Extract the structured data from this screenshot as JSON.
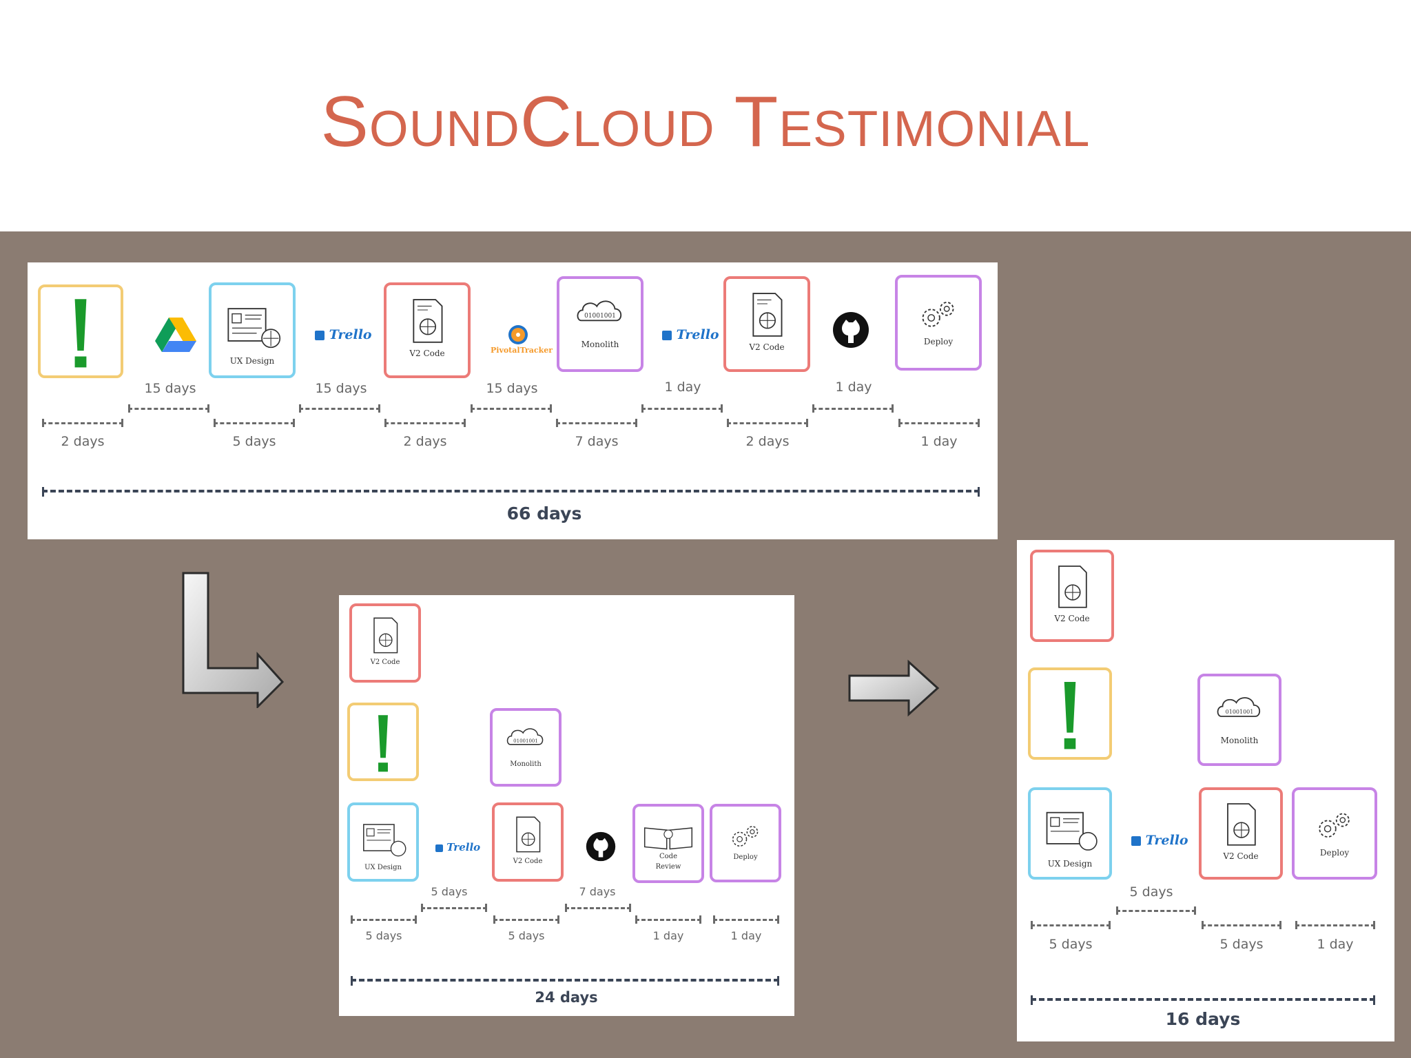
{
  "title": "SoundCloud Testimonial",
  "colors": {
    "title": "#d4664e",
    "backdrop": "#8b7c72",
    "alert_border": "#f3cc74",
    "ux_border": "#7dd1ee",
    "code_border": "#ec7b78",
    "purple_border": "#c784e6",
    "exclamation": "#1a9a2b",
    "trello": "#1f73c9"
  },
  "labels": {
    "ux_design": "UX Design",
    "v2_code": "V2 Code",
    "monolith": "Monolith",
    "deploy": "Deploy",
    "code_review_1": "Code",
    "code_review_2": "Review",
    "binary": "01001001",
    "trello": "Trello",
    "pivotal": "PivotalTracker"
  },
  "icons": [
    "exclamation-icon",
    "google-drive-icon",
    "trello-icon",
    "pivotal-tracker-icon",
    "github-icon",
    "gears-icon",
    "document-globe-icon",
    "cloud-icon",
    "book-icon",
    "wireframe-icon"
  ],
  "diagram_1": {
    "top_durations": [
      "15 days",
      "15 days",
      "15 days",
      "1 day",
      "1 day"
    ],
    "bottom_durations": [
      "2 days",
      "5 days",
      "2 days",
      "7 days",
      "2 days",
      "1 day"
    ],
    "total": "66 days"
  },
  "diagram_2": {
    "top_durations": [
      "5 days",
      "7 days"
    ],
    "bottom_durations": [
      "5 days",
      "5 days",
      "1 day",
      "1 day"
    ],
    "total": "24 days"
  },
  "diagram_3": {
    "top_durations": [
      "5 days"
    ],
    "bottom_durations": [
      "5 days",
      "5 days",
      "1 day"
    ],
    "total": "16 days"
  }
}
